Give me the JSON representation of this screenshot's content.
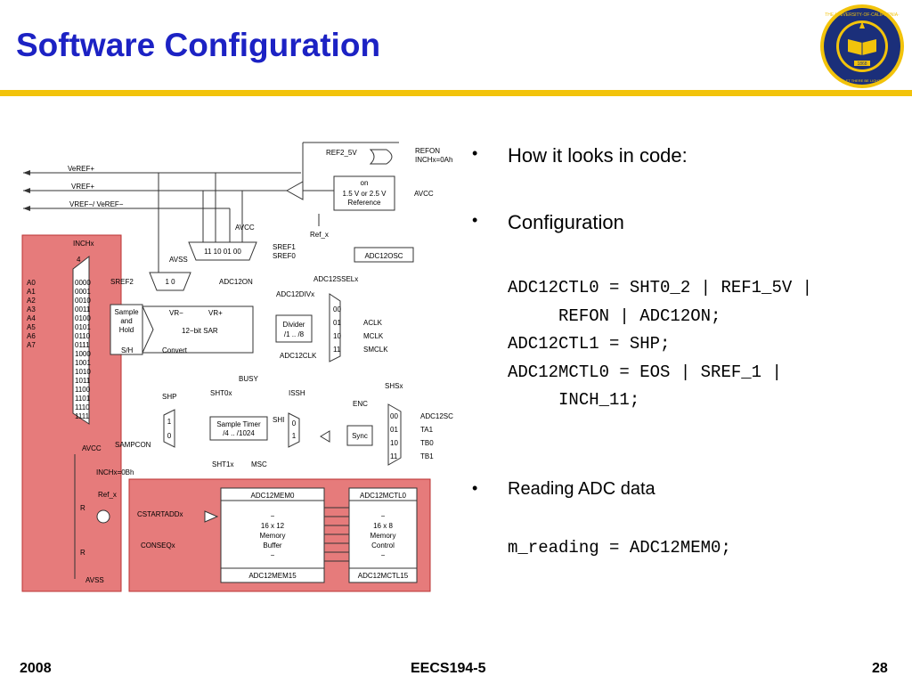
{
  "slide": {
    "title": "Software Configuration",
    "accent_color": "#1c22c4",
    "rule_color": "#f2c30b"
  },
  "bullets": [
    {
      "text": "How it looks in code:"
    },
    {
      "text": "Configuration"
    },
    {
      "text": "Reading ADC data"
    }
  ],
  "code_blocks": [
    "ADC12CTL0 = SHT0_2 | REF1_5V |\n     REFON | ADC12ON;\nADC12CTL1 = SHP;\nADC12MCTL0 = EOS | SREF_1 |\n     INCH_11;",
    "m_reading = ADC12MEM0;"
  ],
  "footer": {
    "left": "2008",
    "center": "EECS194-5",
    "right": "28"
  },
  "seal": {
    "icon": "university-seal-icon",
    "text": "THE·UNIVERSITY·OF·CALIFORNIA·",
    "year": "1868",
    "words": "LET THERE BE LIGHT"
  },
  "diagram": {
    "highlight_color": "#e05a5a",
    "labels": {
      "veref_plus": "VeREF+",
      "vref_plus": "VREF+",
      "vref_minus": "VREF−/ VeREF−",
      "inchx": "INCHx",
      "inchx_width": "4",
      "channels": [
        "A0",
        "A1",
        "A2",
        "A3",
        "A4",
        "A5",
        "A6",
        "A7"
      ],
      "codes": [
        "0000",
        "0001",
        "0010",
        "0011",
        "0100",
        "0101",
        "0110",
        "0111",
        "1000",
        "1001",
        "1010",
        "1011",
        "1100",
        "1101",
        "1110",
        "1111"
      ],
      "avss": "AVSS",
      "sref2": "SREF2",
      "sref_mux": "1   0",
      "ref_mux": "11  10  01  00",
      "avcc": "AVCC",
      "sref1": "SREF1",
      "sref0": "SREF0",
      "adc12on": "ADC12ON",
      "sample_hold": "Sample and Hold",
      "vr_minus": "VR−",
      "vr_plus": "VR+",
      "sar": "12−bit SAR",
      "sh": "S/H",
      "convert": "Convert",
      "busy": "BUSY",
      "ref2_5v": "REF2_5V",
      "refon": "REFON",
      "inch_0ah": "INCHx=0Ah",
      "reference": "on\n1.5 V or 2.5 V\nReference",
      "avcc_ref": "AVCC",
      "ref_x": "Ref_x",
      "adc12osc": "ADC12OSC",
      "adc12sselx": "ADC12SSELx",
      "adc12divx": "ADC12DIVx",
      "divider": "Divider\n/1 .. /8",
      "clk_sel": [
        "00",
        "01",
        "10",
        "11"
      ],
      "clk_src": [
        "ACLK",
        "MCLK",
        "SMCLK"
      ],
      "adc12clk": "ADC12CLK",
      "shp": "SHP",
      "sht0x": "SHT0x",
      "issh": "ISSH",
      "enc": "ENC",
      "shsx": "SHSx",
      "sample_timer": "Sample Timer\n/4 .. /1024",
      "shi": "SHI",
      "sync": "Sync",
      "sht1x": "SHT1x",
      "msc": "MSC",
      "sampcon": "SAMPCON",
      "shs_sel": [
        "00",
        "01",
        "10",
        "11"
      ],
      "shs_src": [
        "ADC12SC",
        "TA1",
        "TB0",
        "TB1"
      ],
      "inch_0bh": "INCHx=0Bh",
      "r": "R",
      "avss_bottom": "AVSS",
      "cstartaddx": "CSTARTADDx",
      "conseqx": "CONSEQx",
      "mem_top": "ADC12MEM0",
      "mem_body": "−\n16 x 12\nMemory\nBuffer\n−",
      "mem_bot": "ADC12MEM15",
      "mctl_top": "ADC12MCTL0",
      "mctl_body": "−\n16 x 8\nMemory\nControl\n−",
      "mctl_bot": "ADC12MCTL15"
    }
  }
}
